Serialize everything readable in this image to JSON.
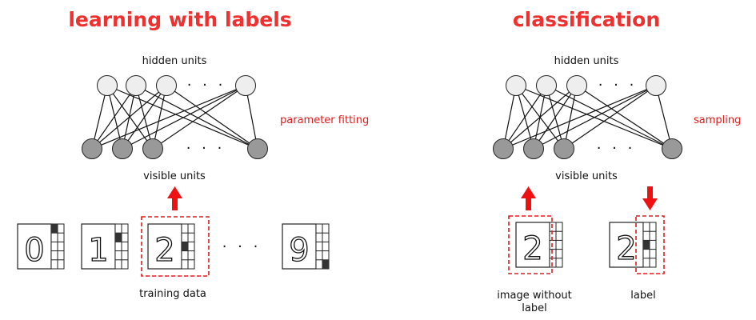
{
  "left_panel": {
    "title": "learning with labels",
    "hidden_label": "hidden units",
    "visible_label": "visible units",
    "side_label": "parameter fitting",
    "data_label": "training data",
    "ellipsis": "· · ·",
    "samples": [
      {
        "digit": "0",
        "label_index": 0
      },
      {
        "digit": "1",
        "label_index": 1
      },
      {
        "digit": "2",
        "label_index": 2
      },
      {
        "digit": "9",
        "label_index": 9
      }
    ]
  },
  "right_panel": {
    "title": "classification",
    "hidden_label": "hidden units",
    "visible_label": "visible units",
    "side_label": "sampling",
    "image_label_line1": "image without",
    "image_label_line2": "label",
    "label_label": "label",
    "digit": "2",
    "ellipsis": "· · ·"
  },
  "colors": {
    "accent_red": "#e21b1b",
    "hidden_node_fill": "#eeeeee",
    "visible_node_fill": "#999999",
    "label_cell_fill": "#333333"
  }
}
